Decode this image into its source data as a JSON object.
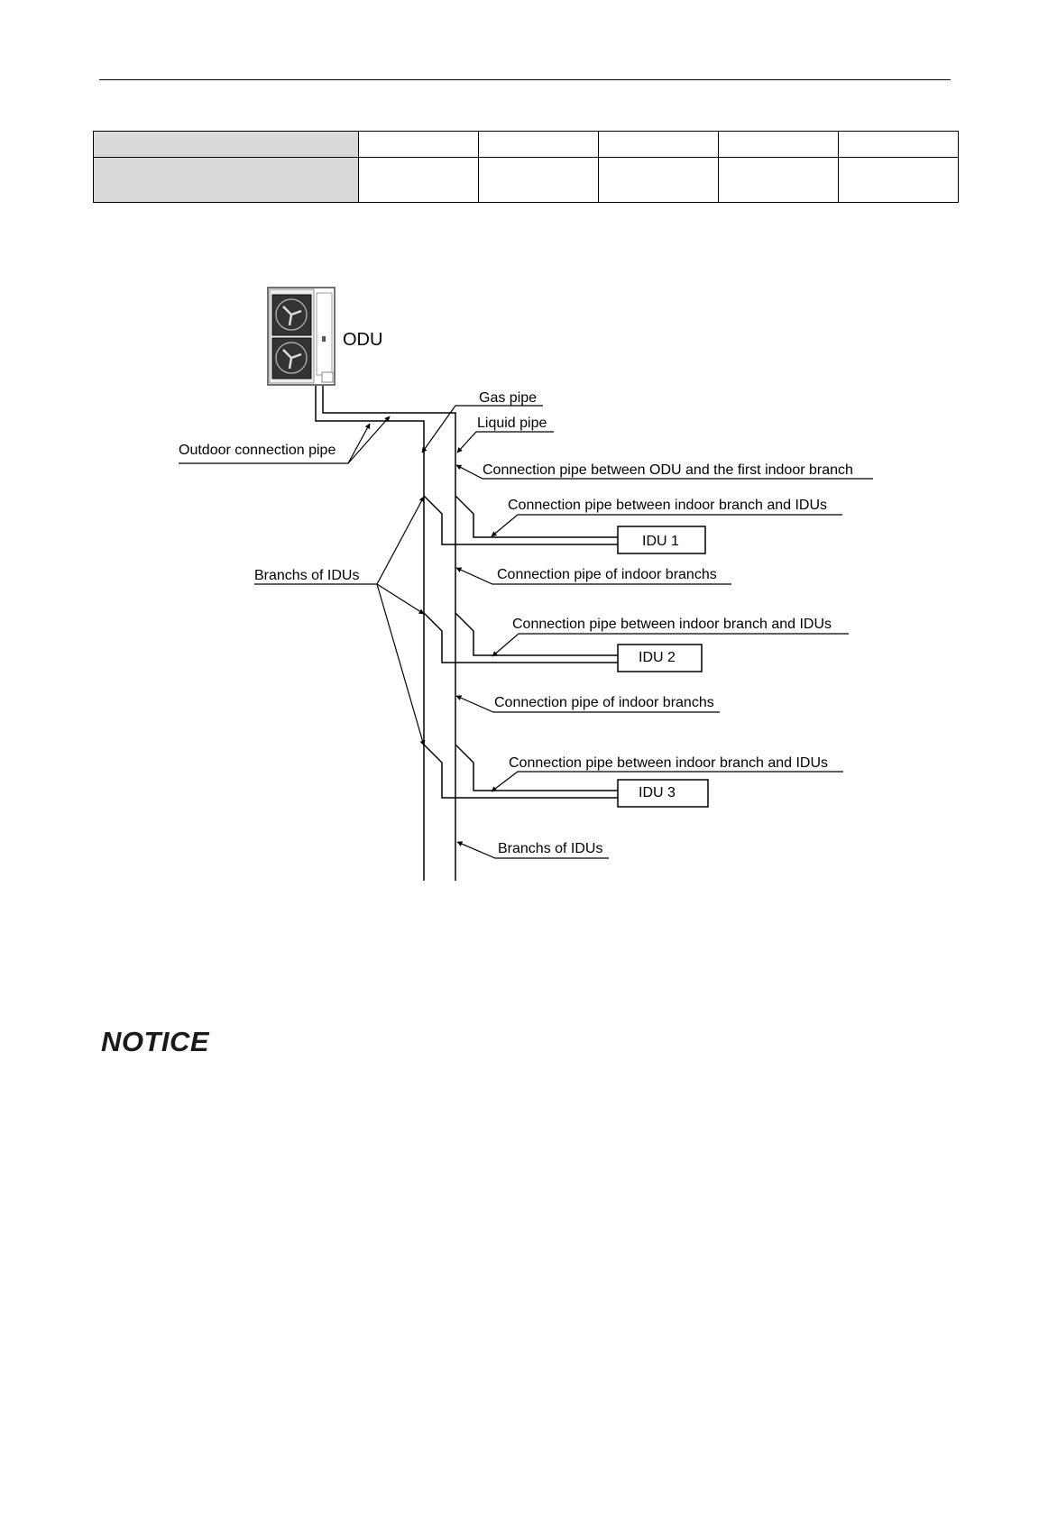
{
  "diagram": {
    "labels": {
      "odu": "ODU",
      "gas_pipe": "Gas pipe",
      "liquid_pipe": "Liquid pipe",
      "outdoor_connection_pipe": "Outdoor connection pipe",
      "pipe_odu_first_branch": "Connection pipe between ODU and the first indoor branch",
      "pipe_branch_idu_1": "Connection pipe between indoor branch and IDUs",
      "branchs_of_idus_left": "Branchs of IDUs",
      "pipe_indoor_branchs_1": "Connection pipe of indoor branchs",
      "pipe_branch_idu_2": "Connection pipe between indoor branch and IDUs",
      "pipe_indoor_branchs_2": "Connection pipe of indoor branchs",
      "pipe_branch_idu_3": "Connection pipe between indoor branch and IDUs",
      "branchs_of_idus_bottom": "Branchs of IDUs"
    },
    "idus": [
      "IDU 1",
      "IDU 2",
      "IDU 3"
    ]
  },
  "notice": {
    "title": "NOTICE"
  }
}
